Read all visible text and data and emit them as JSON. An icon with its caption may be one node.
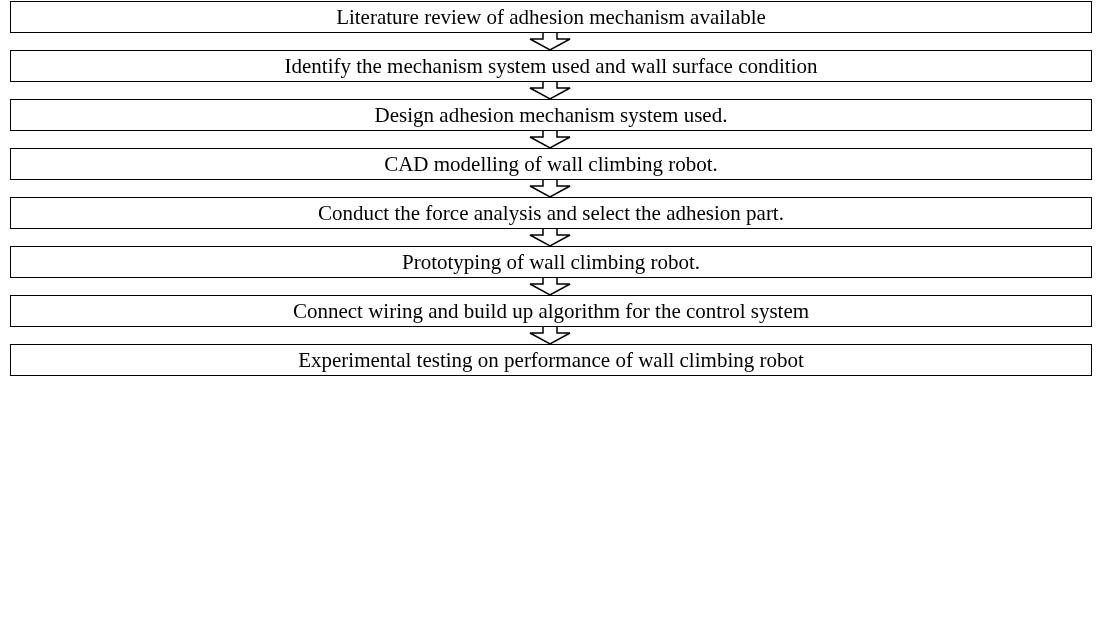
{
  "diagram": {
    "nodes": [
      {
        "text": [
          "Literature review of adhesion mechanism available"
        ]
      },
      {
        "text": [
          "Identify the mechanism system used and wall surface condition"
        ]
      },
      {
        "text": [
          "Design adhesion mechanism system used."
        ]
      },
      {
        "text": [
          "CAD modelling of wall climbing robot."
        ]
      },
      {
        "text": [
          "Conduct the force analysis and select the adhesion part."
        ]
      },
      {
        "text": [
          "Prototyping of wall climbing robot."
        ]
      },
      {
        "text": [
          "Connect wiring and build up algorithm for the control system"
        ]
      },
      {
        "text": [
          "Experimental testing on performance of wall climbing robot"
        ]
      }
    ],
    "edges": [
      {
        "from": 0,
        "to": 1,
        "arrow": "to"
      },
      {
        "from": 1,
        "to": 2,
        "arrow": "to"
      },
      {
        "from": 2,
        "to": 3,
        "arrow": "to"
      },
      {
        "from": 3,
        "to": 4,
        "arrow": "to"
      },
      {
        "from": 4,
        "to": 5,
        "arrow": "to"
      },
      {
        "from": 5,
        "to": 6,
        "arrow": "to"
      },
      {
        "from": 6,
        "to": 7,
        "arrow": "to"
      }
    ]
  }
}
